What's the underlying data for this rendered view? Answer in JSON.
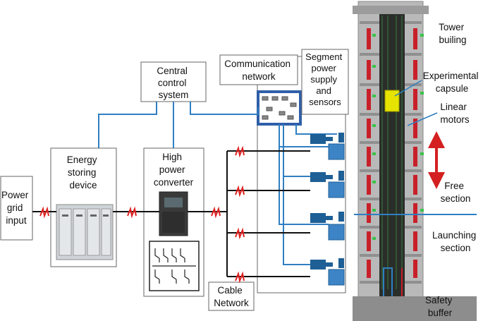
{
  "labels": {
    "power_grid_input": [
      "Power",
      "grid",
      "input"
    ],
    "energy_storing_device": [
      "Energy",
      "storing",
      "device"
    ],
    "central_control_system": [
      "Central",
      "control",
      "system"
    ],
    "high_power_converter": [
      "High",
      "power",
      "converter"
    ],
    "communication_network": [
      "Communication",
      "network"
    ],
    "segment_power_supply": [
      "Segment",
      "power",
      "supply",
      "and",
      "sensors"
    ],
    "cable_network": [
      "Cable",
      "Network"
    ],
    "tower_building": [
      "Tower",
      "builing"
    ],
    "experimental_capsule": [
      "Experimental",
      "capsule"
    ],
    "linear_motors": [
      "Linear",
      "motors"
    ],
    "free_section": [
      "Free",
      "section"
    ],
    "launching_section": [
      "Launching",
      "section"
    ],
    "safety_buffer": [
      "Safety",
      "buffer"
    ]
  },
  "colors": {
    "signal_line": "#2f7fc2",
    "power_line": "#111111",
    "fault_mark": "#e02020",
    "segment_module": "#1e5f96",
    "tower_frame": "#a8a8a8",
    "tower_rail": "#c8202a",
    "capsule": "#e6e300",
    "arrow": "#d42020"
  }
}
